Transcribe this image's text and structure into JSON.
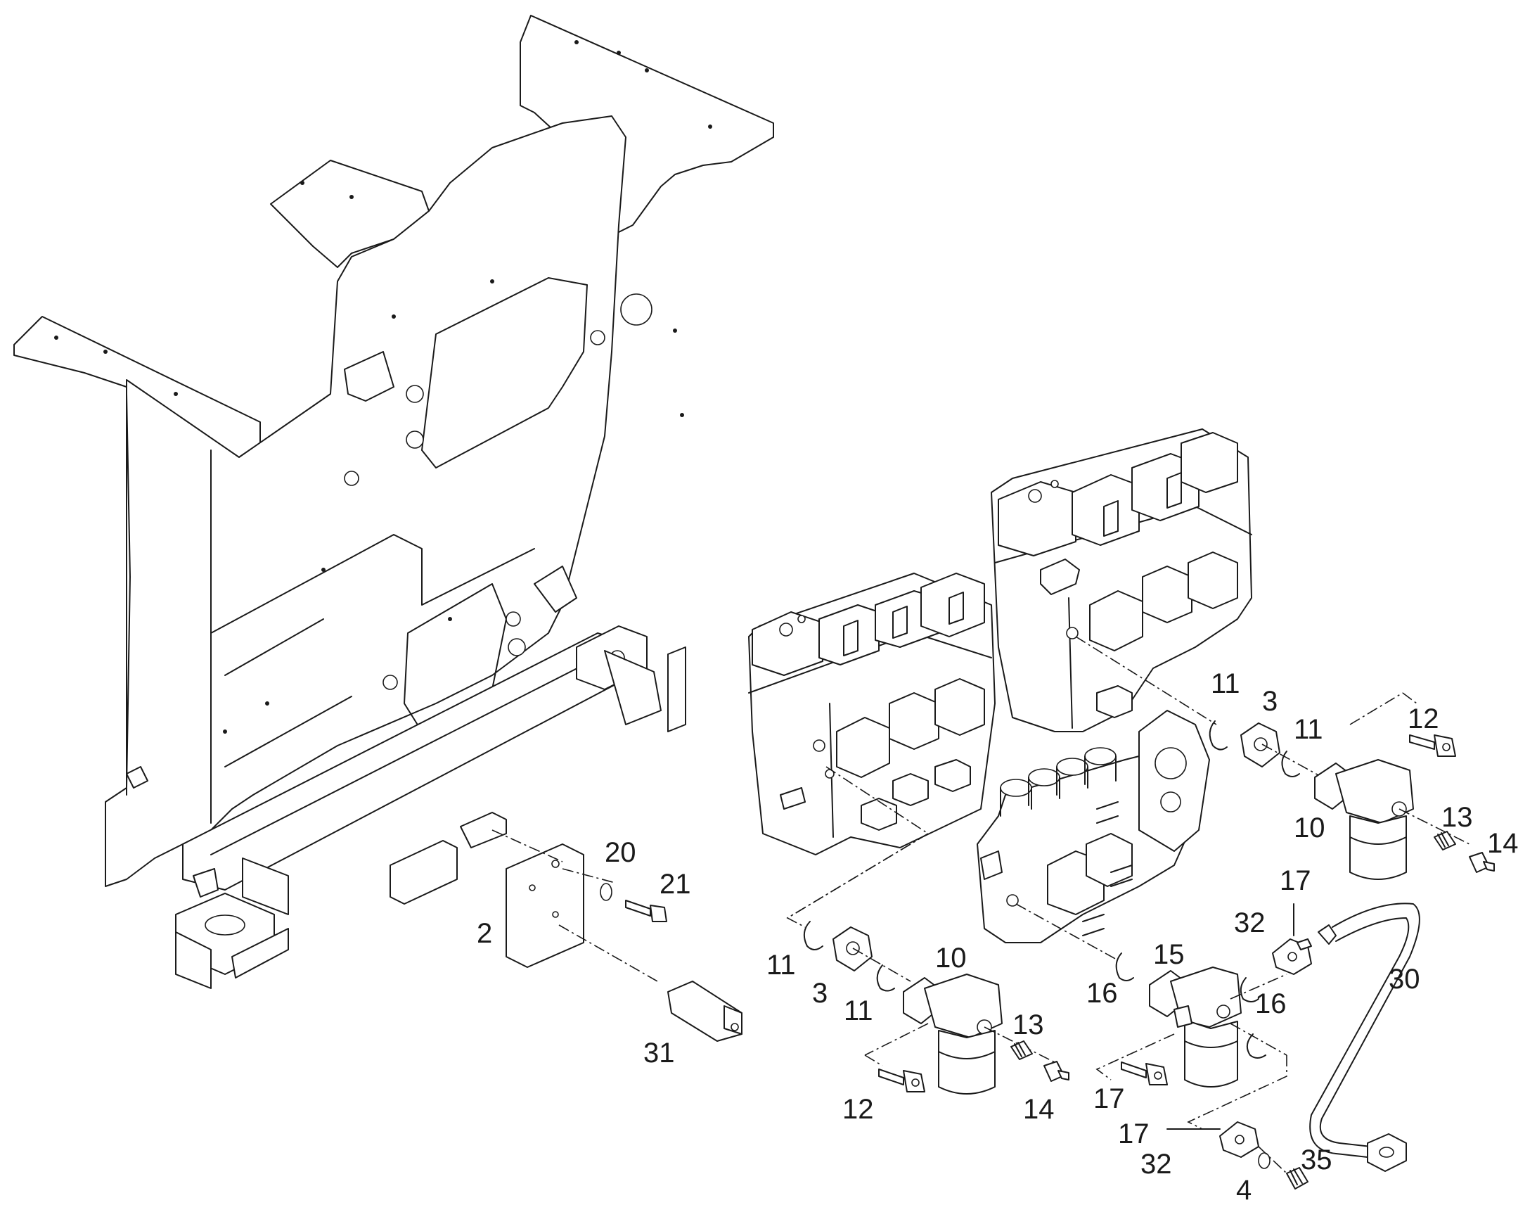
{
  "labels": [
    "2",
    "20",
    "21",
    "31",
    "11",
    "3",
    "11",
    "10",
    "12",
    "13",
    "14",
    "11",
    "3",
    "11",
    "12",
    "10",
    "13",
    "14",
    "17",
    "32",
    "30",
    "15",
    "16",
    "16",
    "17",
    "17",
    "32",
    "4",
    "35"
  ]
}
